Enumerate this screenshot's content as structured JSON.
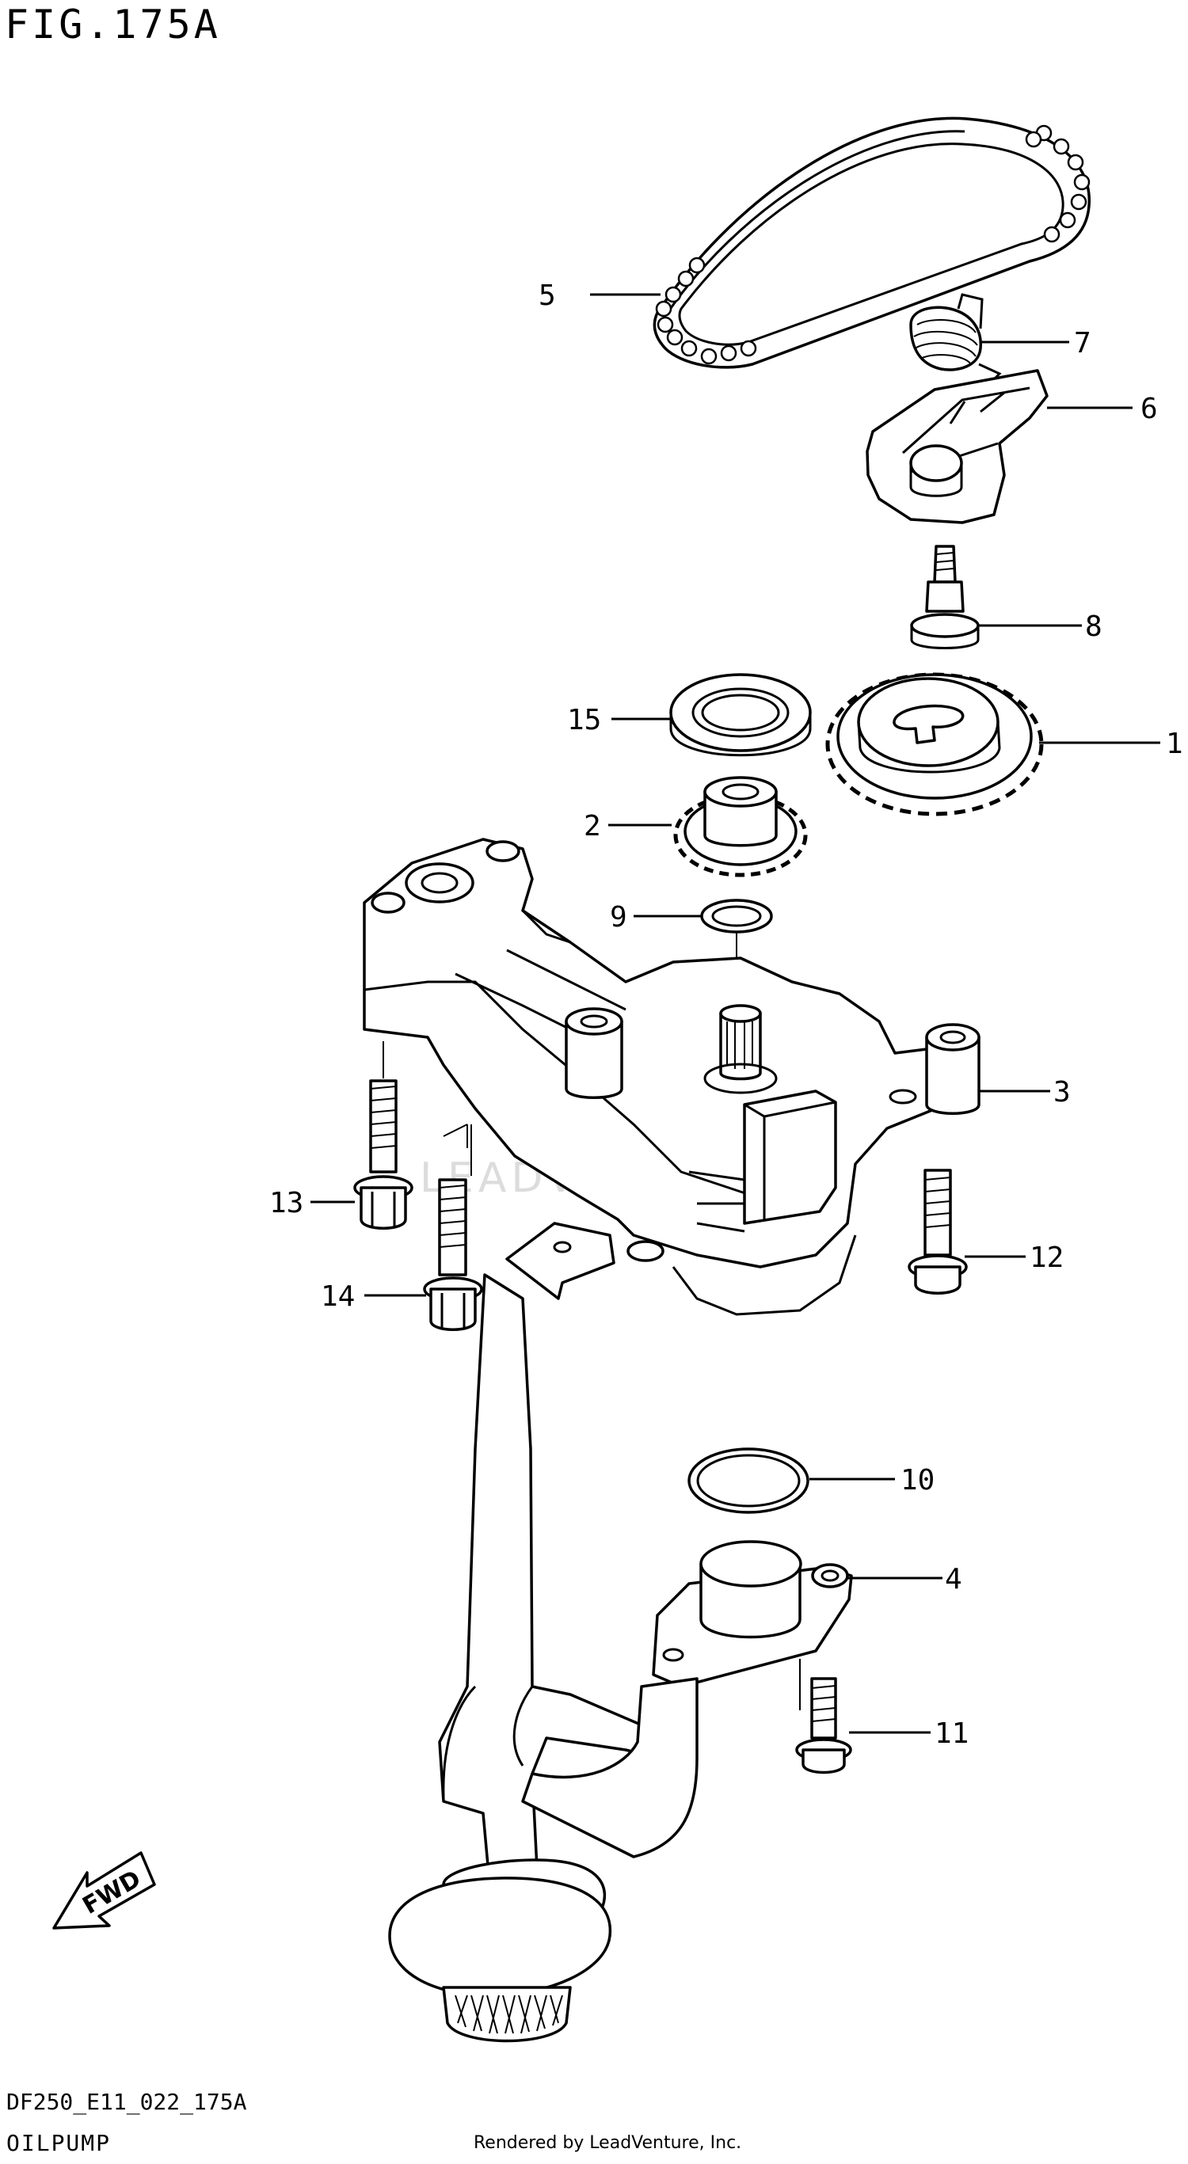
{
  "figure_title": "FIG.175A",
  "drawing_code": "DF250_E11_022_175A",
  "drawing_name": "OILPUMP",
  "credit": "Rendered by LeadVenture, Inc.",
  "watermark": "LEADVENTURE",
  "fwd_label": "FWD",
  "callouts": [
    {
      "id": "1",
      "label": "1"
    },
    {
      "id": "2",
      "label": "2"
    },
    {
      "id": "3",
      "label": "3"
    },
    {
      "id": "4",
      "label": "4"
    },
    {
      "id": "5",
      "label": "5"
    },
    {
      "id": "6",
      "label": "6"
    },
    {
      "id": "7",
      "label": "7"
    },
    {
      "id": "8",
      "label": "8"
    },
    {
      "id": "9",
      "label": "9"
    },
    {
      "id": "10",
      "label": "10"
    },
    {
      "id": "11",
      "label": "11"
    },
    {
      "id": "12",
      "label": "12"
    },
    {
      "id": "13",
      "label": "13"
    },
    {
      "id": "14",
      "label": "14"
    },
    {
      "id": "15",
      "label": "15"
    }
  ]
}
